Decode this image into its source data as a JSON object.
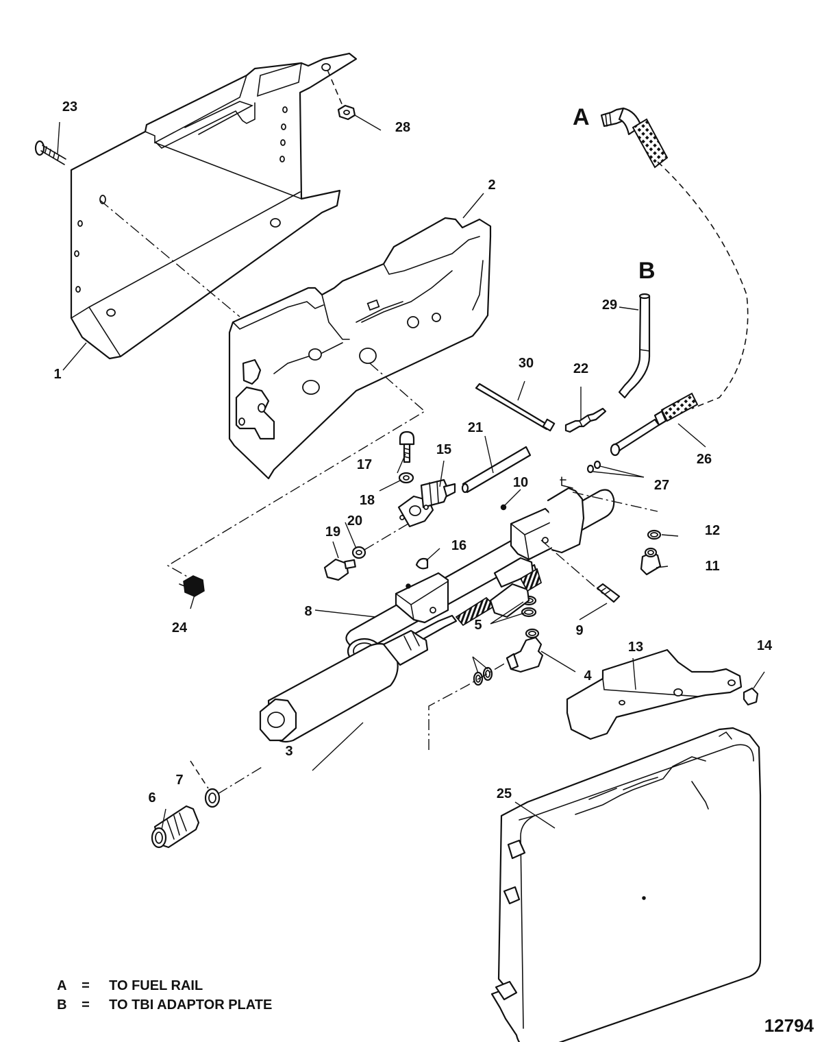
{
  "connections": [
    {
      "key": "A",
      "description": "TO FUEL RAIL"
    },
    {
      "key": "B",
      "description": "TO TBI ADAPTOR PLATE"
    }
  ],
  "legend_separator": "=",
  "callouts": [
    "1",
    "2",
    "3",
    "4",
    "5",
    "6",
    "7",
    "8",
    "9",
    "10",
    "11",
    "12",
    "13",
    "14",
    "15",
    "16",
    "17",
    "18",
    "19",
    "20",
    "21",
    "22",
    "23",
    "24",
    "25",
    "26",
    "27",
    "28",
    "29",
    "30"
  ],
  "figure_number": "12794"
}
